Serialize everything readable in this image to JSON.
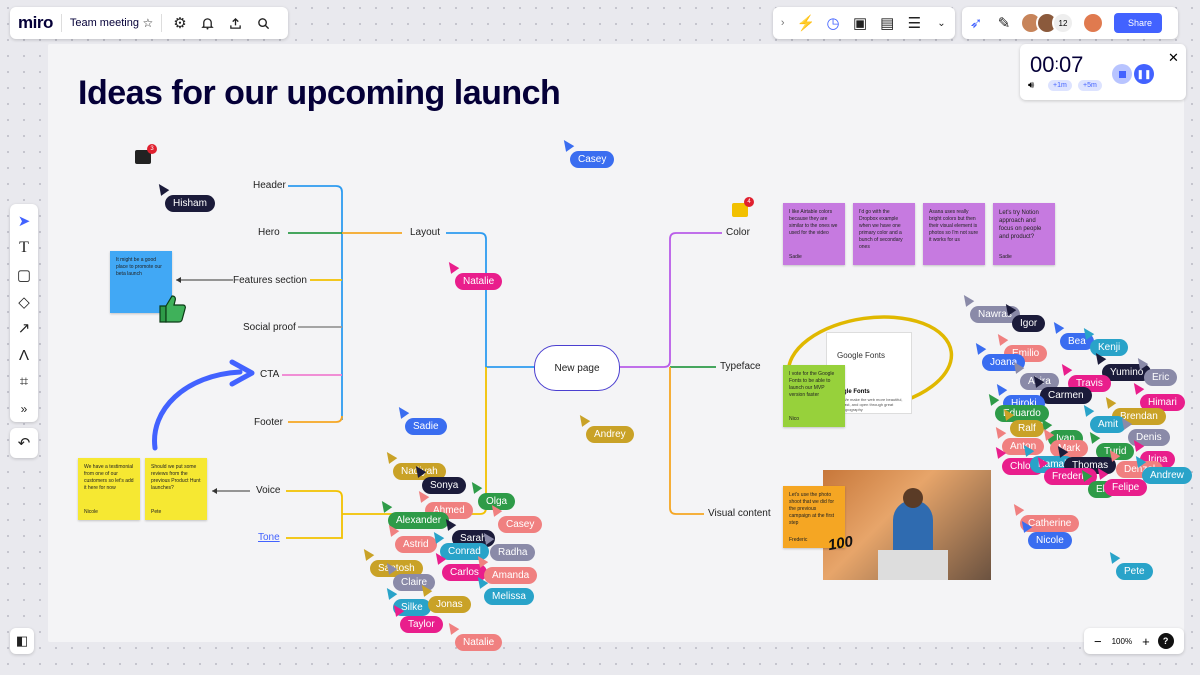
{
  "app": {
    "logo": "miro",
    "board_name": "Team meeting"
  },
  "toolbar": {
    "share_label": "Share",
    "collaborators_extra": "12"
  },
  "timer": {
    "minutes": "00",
    "seconds": "07",
    "add1": "+1m",
    "add5": "+5m"
  },
  "zoom": {
    "level": "100%",
    "minus": "−",
    "plus": "+",
    "help": "?"
  },
  "board": {
    "title": "Ideas for our upcoming launch",
    "center_node": "New page",
    "left_branches": [
      "Header",
      "Hero",
      "Features section",
      "Social proof",
      "CTA",
      "Footer"
    ],
    "mid_left": "Layout",
    "left_lower": [
      "Voice",
      "Tone"
    ],
    "right_branches": [
      "Color",
      "Typeface",
      "Visual content"
    ],
    "comment_counts": [
      "3",
      "4"
    ]
  },
  "stickies": {
    "blue": "It might be a good place to promote our beta launch",
    "yellow1": "We have a testimonial from one of our customers so let's add it here for now",
    "yellow1_author": "Nicole",
    "yellow2": "Should we put some reviews from the previous Product Hunt launches?",
    "yellow2_author": "Pete",
    "purple1": "I like Airtable colors because they are similar to the ones we used for the video",
    "purple1_author": "Sadie",
    "purple2": "I'd go with the Dropbox example when we have one primary color and a bunch of secondary ones",
    "purple3": "Asana uses really bright colors but then their visual element is photos so I'm not sure it works for us",
    "purple4": "Let's try Notion approach and focus on people and product?",
    "purple4_author": "Sadie",
    "green": "I vote for the Google Fonts to be able to launch our MVP version faster",
    "green_author": "Nico",
    "orange": "Let's use the photo shoot that we did for the previous campaign at the first step",
    "orange_author": "Frederic",
    "google_fonts": "Google Fonts",
    "google_fonts_sub": "gle Fonts",
    "google_fonts_caption": "We make the web more beautiful, fast, and open through great typography"
  },
  "people": [
    {
      "name": "Hisham",
      "color": "#1b1b3a"
    },
    {
      "name": "Casey",
      "color": "#3a6df0"
    },
    {
      "name": "Natalie",
      "color": "#e91e8c"
    },
    {
      "name": "Sadie",
      "color": "#3a6df0"
    },
    {
      "name": "Andrey",
      "color": "#c9a227"
    },
    {
      "name": "Nadiyah",
      "color": "#c9a227"
    },
    {
      "name": "Sonya",
      "color": "#1b1b3a"
    },
    {
      "name": "Ahmed",
      "color": "#f08080"
    },
    {
      "name": "Olga",
      "color": "#2e9b48"
    },
    {
      "name": "Alexander",
      "color": "#2e9b48"
    },
    {
      "name": "Casey",
      "color": "#f08080"
    },
    {
      "name": "Sarah",
      "color": "#1b1b3a"
    },
    {
      "name": "Astrid",
      "color": "#f08080"
    },
    {
      "name": "Conrad",
      "color": "#29a3c9"
    },
    {
      "name": "Radha",
      "color": "#8a8aa8"
    },
    {
      "name": "Santosh",
      "color": "#c9a227"
    },
    {
      "name": "Carlos",
      "color": "#e91e8c"
    },
    {
      "name": "Amanda",
      "color": "#f08080"
    },
    {
      "name": "Claire",
      "color": "#8a8aa8"
    },
    {
      "name": "Melissa",
      "color": "#29a3c9"
    },
    {
      "name": "Silke",
      "color": "#29a3c9"
    },
    {
      "name": "Jonas",
      "color": "#c9a227"
    },
    {
      "name": "Taylor",
      "color": "#e91e8c"
    },
    {
      "name": "Natalie",
      "color": "#f08080"
    },
    {
      "name": "Nawras",
      "color": "#8a8aa8"
    },
    {
      "name": "Igor",
      "color": "#1b1b3a"
    },
    {
      "name": "Bea",
      "color": "#3a6df0"
    },
    {
      "name": "Kenji",
      "color": "#29a3c9"
    },
    {
      "name": "Emilio",
      "color": "#f08080"
    },
    {
      "name": "Joana",
      "color": "#3a6df0"
    },
    {
      "name": "Yumino",
      "color": "#1b1b3a"
    },
    {
      "name": "Akira",
      "color": "#8a8aa8"
    },
    {
      "name": "Travis",
      "color": "#e91e8c"
    },
    {
      "name": "Eric",
      "color": "#8a8aa8"
    },
    {
      "name": "Carmen",
      "color": "#1b1b3a"
    },
    {
      "name": "Hiroki",
      "color": "#3a6df0"
    },
    {
      "name": "Himari",
      "color": "#e91e8c"
    },
    {
      "name": "Eduardo",
      "color": "#2e9b48"
    },
    {
      "name": "Brendan",
      "color": "#c9a227"
    },
    {
      "name": "Ralf",
      "color": "#c9a227"
    },
    {
      "name": "Amit",
      "color": "#29a3c9"
    },
    {
      "name": "Denis",
      "color": "#8a8aa8"
    },
    {
      "name": "Anton",
      "color": "#f08080"
    },
    {
      "name": "Ivan",
      "color": "#2e9b48"
    },
    {
      "name": "Mark",
      "color": "#f08080"
    },
    {
      "name": "Turid",
      "color": "#2e9b48"
    },
    {
      "name": "Irina",
      "color": "#e91e8c"
    },
    {
      "name": "Chloe",
      "color": "#e91e8c"
    },
    {
      "name": "Kamal",
      "color": "#29a3c9"
    },
    {
      "name": "Thomas",
      "color": "#1b1b3a"
    },
    {
      "name": "Denzel",
      "color": "#f08080"
    },
    {
      "name": "Andrew",
      "color": "#29a3c9"
    },
    {
      "name": "Frederic",
      "color": "#e91e8c"
    },
    {
      "name": "Eli",
      "color": "#2e9b48"
    },
    {
      "name": "Felipe",
      "color": "#e91e8c"
    },
    {
      "name": "Catherine",
      "color": "#f08080"
    },
    {
      "name": "Nicole",
      "color": "#3a6df0"
    },
    {
      "name": "Pete",
      "color": "#29a3c9"
    }
  ],
  "colors": {
    "accent": "#4262ff",
    "mind_orange": "#f5a623",
    "mind_blue": "#2d9bf0",
    "mind_green": "#2e9b48",
    "mind_yellow": "#f2c100",
    "mind_purple": "#b95ce8",
    "mind_pink": "#f080d0"
  }
}
